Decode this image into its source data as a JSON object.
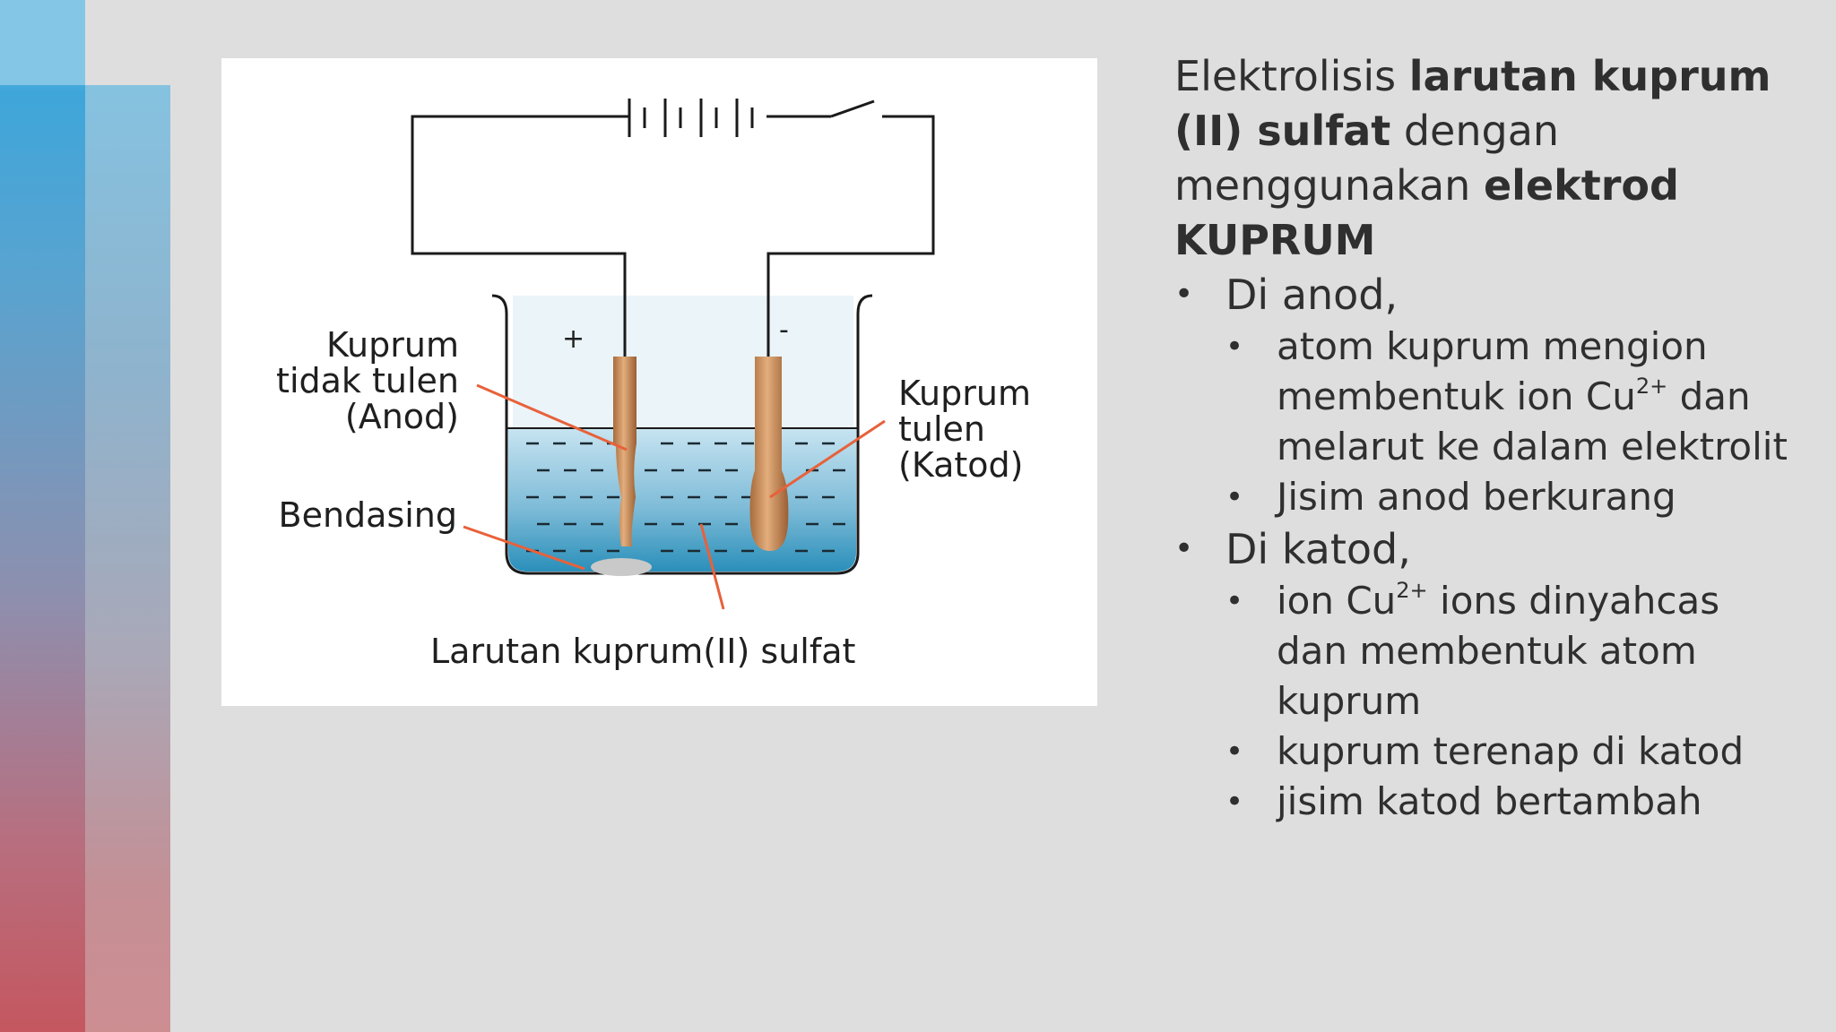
{
  "diagram": {
    "labels": {
      "anode_line1": "Kuprum",
      "anode_line2": "tidak tulen",
      "anode_line3": "(Anod)",
      "cathode_line1": "Kuprum",
      "cathode_line2": "tulen",
      "cathode_line3": "(Katod)",
      "impurity": "Bendasing",
      "solution": "Larutan kuprum(II) sulfat",
      "plus": "+",
      "minus": "-"
    },
    "colors": {
      "wire": "#1a1a1a",
      "pointer": "#e8613a",
      "electrode": "#c98a55",
      "solution_top": "#bfe0ef",
      "solution_bottom": "#2a8fba"
    }
  },
  "text": {
    "title_w1": "Elektrolisis ",
    "title_b1": "larutan kuprum (II) sulfat",
    "title_w2": " dengan menggunakan ",
    "title_b2": "elektrod KUPRUM",
    "bullet": "•",
    "anode_heading": "Di anod,",
    "anode_p1_pre": "atom kuprum mengion membentuk ion Cu",
    "anode_p1_sup": "2+",
    "anode_p1_post": " dan melarut ke dalam elektrolit",
    "anode_p2": "Jisim anod berkurang",
    "cathode_heading": "Di katod,",
    "cathode_p1_pre": "ion Cu",
    "cathode_p1_sup": "2+",
    "cathode_p1_post": " ions dinyahcas dan membentuk atom kuprum",
    "cathode_p2": "kuprum terenap di katod",
    "cathode_p3": "jisim katod bertambah"
  }
}
